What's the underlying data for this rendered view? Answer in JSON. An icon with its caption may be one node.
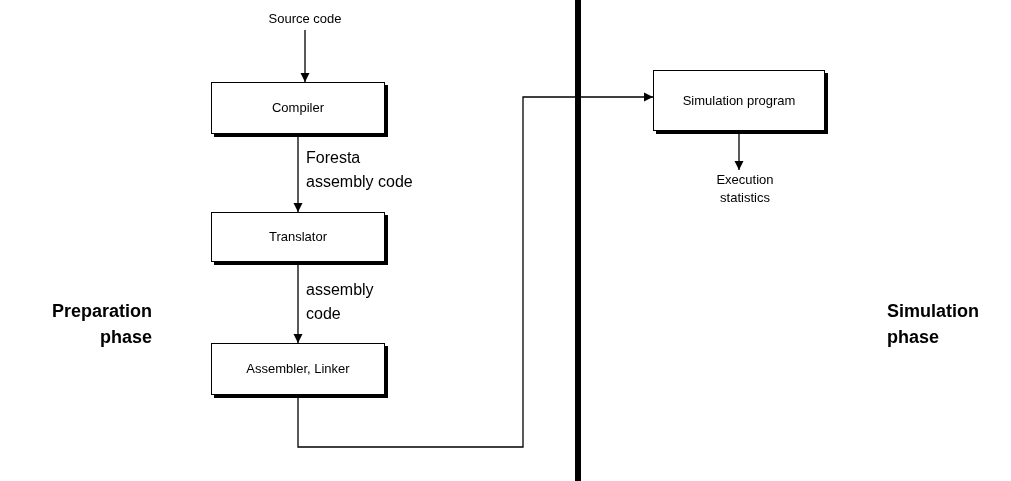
{
  "diagram": {
    "nodes": [
      {
        "text": [
          "Source code"
        ]
      },
      {
        "text": [
          "Compiler"
        ]
      },
      {
        "text": [
          "Translator"
        ]
      },
      {
        "text": [
          "Assembler, Linker"
        ]
      },
      {
        "text": [
          "Simulation program"
        ]
      },
      {
        "text": [
          "Execution statistics"
        ]
      }
    ],
    "edges": [
      {
        "from": 0,
        "to": 1,
        "arrow": "to"
      },
      {
        "from": 1,
        "to": 2,
        "arrow": "to",
        "label": "Foresta assembly code"
      },
      {
        "from": 2,
        "to": 3,
        "arrow": "to",
        "label": "assembly code"
      },
      {
        "from": 3,
        "to": 4,
        "arrow": "to"
      },
      {
        "from": 4,
        "to": 5,
        "arrow": "to"
      }
    ],
    "labels": [
      "Preparation phase",
      "Simulation phase"
    ]
  }
}
